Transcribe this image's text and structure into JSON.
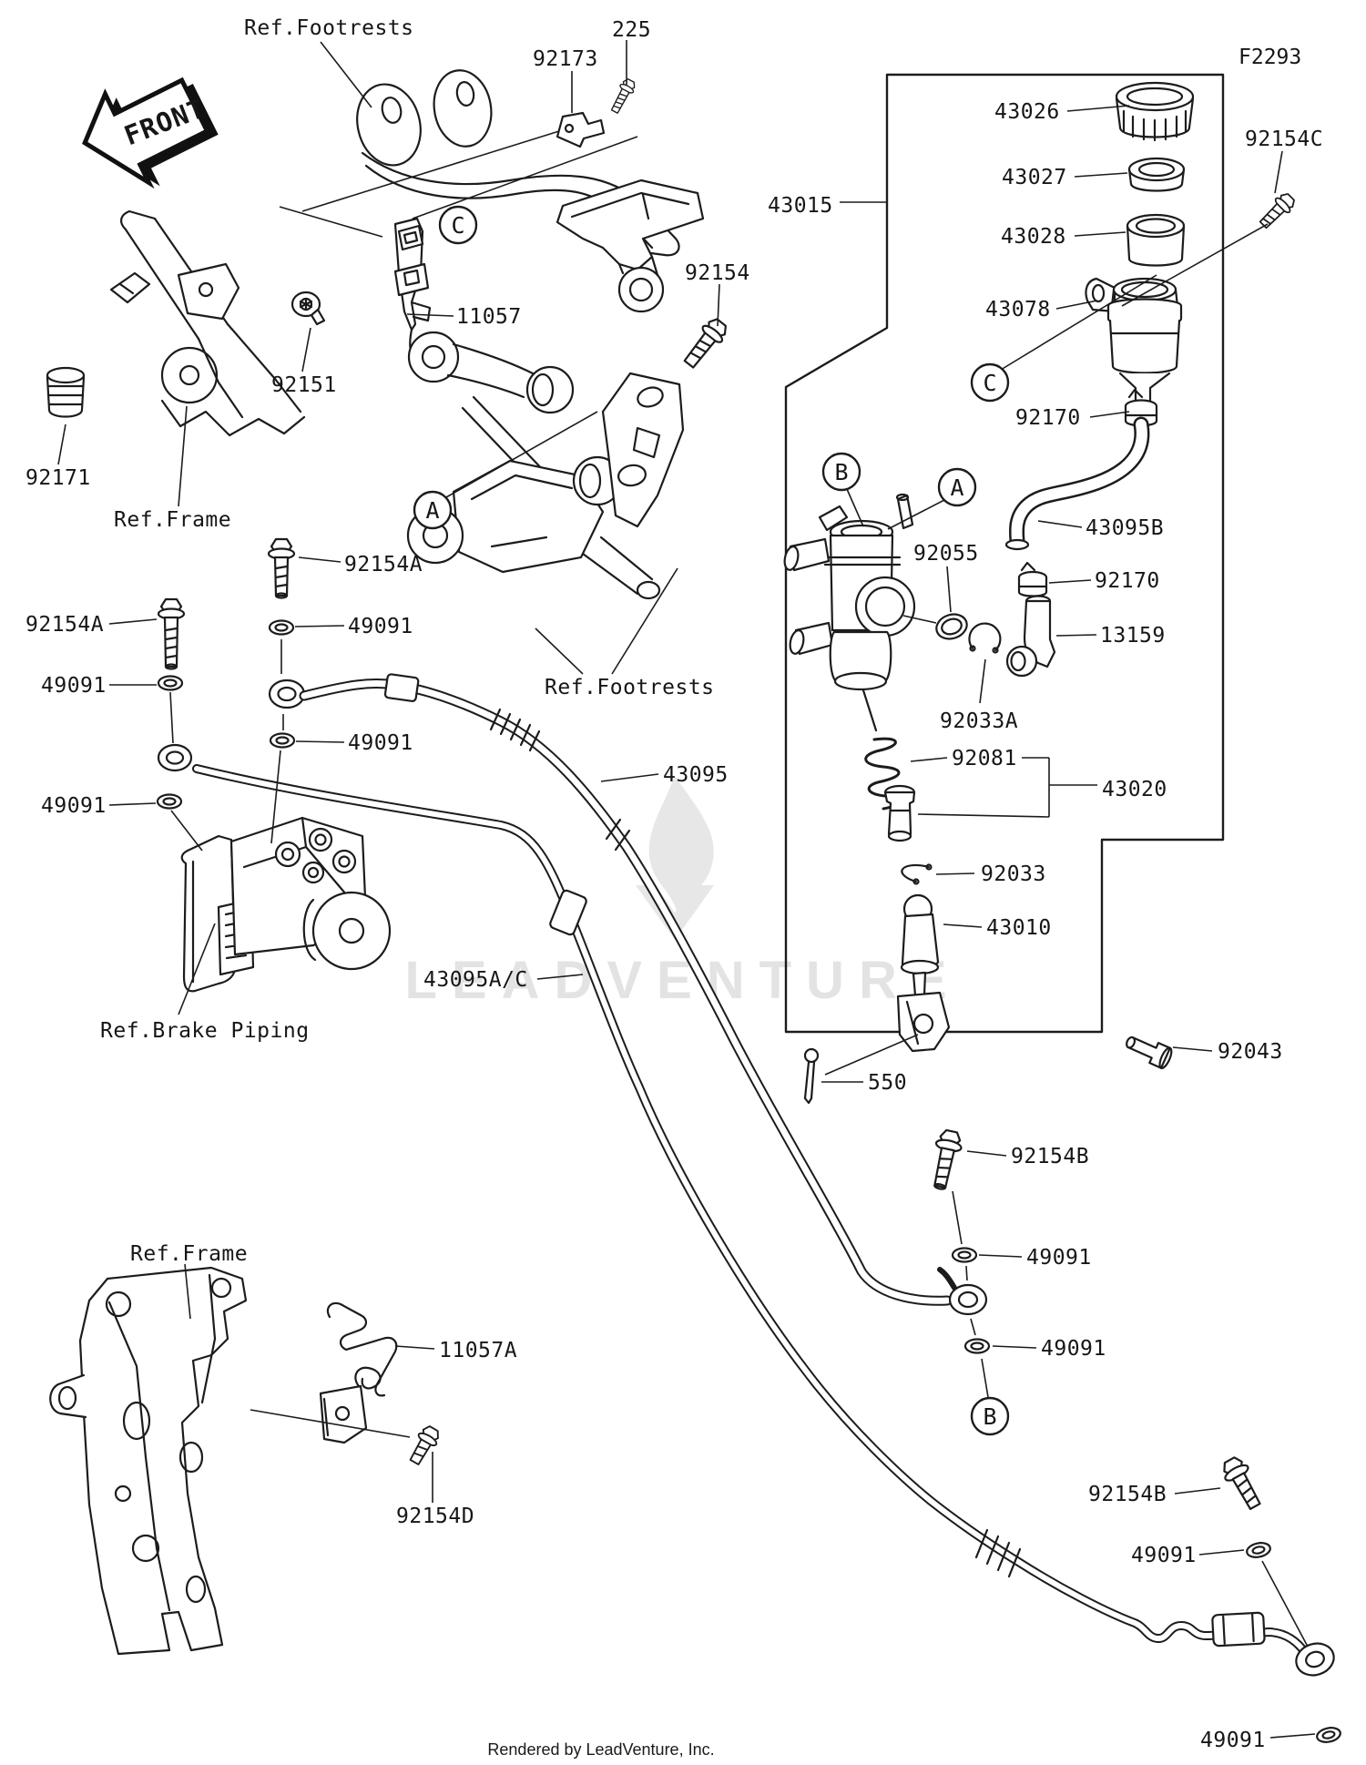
{
  "figure": {
    "code": "F2293",
    "front_marker": "FRONT",
    "watermark": "LEADVENTURE",
    "footer": "Rendered by LeadVenture, Inc."
  },
  "markers": {
    "c_top": "C",
    "c_right": "C",
    "a_left": "A",
    "a_right": "A",
    "b_right": "B",
    "b_bottom": "B"
  },
  "callouts": {
    "ref_footrests_top": "Ref.Footrests",
    "p92173": "92173",
    "p225": "225",
    "p43015": "43015",
    "p43026": "43026",
    "p43027": "43027",
    "p43028": "43028",
    "p92154c": "92154C",
    "p43078": "43078",
    "p92170_upper": "92170",
    "p43095b": "43095B",
    "p92055": "92055",
    "p92170_lower": "92170",
    "p13159": "13159",
    "p92033a": "92033A",
    "p92081": "92081",
    "p43020": "43020",
    "p92033": "92033",
    "p43010": "43010",
    "p550": "550",
    "p92043": "92043",
    "p92154b_1": "92154B",
    "p49091_r1": "49091",
    "p49091_r2": "49091",
    "p92154b_2": "92154B",
    "p49091_r3": "49091",
    "p49091_bottom": "49091",
    "p92171": "92171",
    "ref_frame_top": "Ref.Frame",
    "p92151": "92151",
    "p11057": "11057",
    "p92154": "92154",
    "p92154a_right": "92154A",
    "p49091_sub1": "49091",
    "p92154a_left": "92154A",
    "p49091_l1": "49091",
    "p49091_sub2": "49091",
    "p49091_l2": "49091",
    "p43095": "43095",
    "ref_footrests_mid": "Ref.Footrests",
    "p43095ac": "43095A/C",
    "ref_brake_piping": "Ref.Brake Piping",
    "ref_frame_bottom": "Ref.Frame",
    "p11057a": "11057A",
    "p92154d": "92154D"
  }
}
